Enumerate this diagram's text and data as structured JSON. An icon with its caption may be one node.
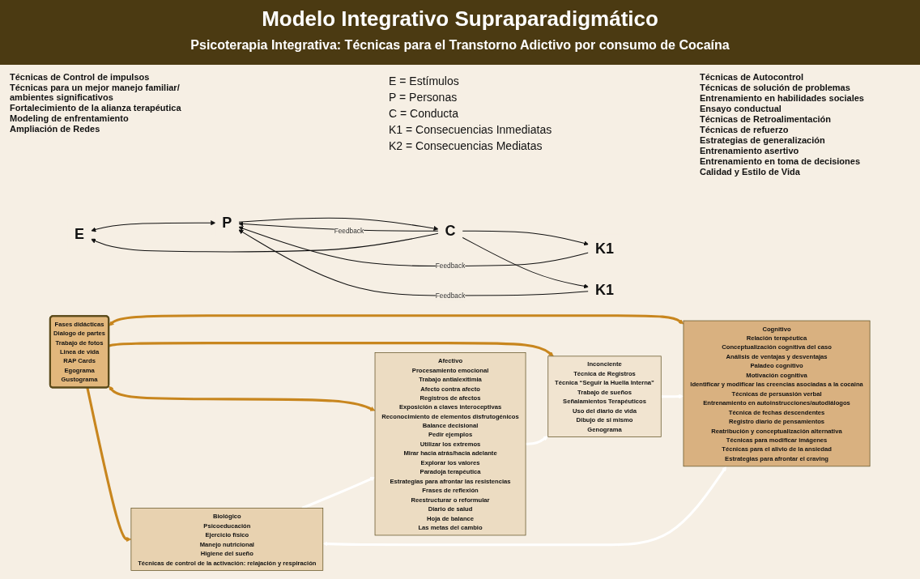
{
  "diagram": {
    "title": "Modelo Integrativo Supraparadigmático",
    "caption": "Psicoterapia Integrativa: Técnicas para el Transtorno Adictivo por consumo de Cocaína",
    "nodes": [
      {
        "text": [
          "E"
        ]
      },
      {
        "text": [
          "P"
        ]
      },
      {
        "text": [
          "C"
        ]
      },
      {
        "text": [
          "K1"
        ]
      },
      {
        "text": [
          "K1"
        ]
      },
      {
        "text": [
          "Biológico",
          "Psicoeducación",
          "Ejercicio físico",
          "Manejo nutricional",
          "Higiene del sueño",
          "Técnicas de control de la activación: relajación y respiración"
        ]
      },
      {
        "text": [
          "Cognitivo",
          "Relación terapéutica",
          "Conceptualización cognitiva del caso",
          "Análisis de ventajas y desventajas",
          "Paladeo cognitivo",
          "Motivación cognitiva",
          "Identificar y modificar las creencias asociadas a la cocaina",
          "Técnicas de persuasión verbal",
          "Entrenamiento en autoinstrucciones/autodiálogos",
          "Técnica de fechas descendentes",
          "Registro diario de pensamientos",
          "Reatribución y conceptualización alternativa",
          "Técnicas para modificar imágenes",
          "Técnicas para el alivio de la ansiedad",
          "Estrategias para afrontar el craving"
        ]
      },
      {
        "text": [
          "Afectivo",
          "Procesamiento emocional",
          "Trabajo antialexitimia",
          "Afecto contra afecto",
          "Registros de afectos",
          "Exposición a claves interoceptivas",
          "Reconocimiento de elementos disfrutogénicos",
          "Balance decisional",
          "Pedir ejemplos",
          "Utilizar los extremos",
          "Mirar hacia atrás/hacia adelante",
          "Explorar los valores",
          "Paradoja terapéutica",
          "Estrategias para afrontar las resistencias",
          "Frases de reflexión",
          "Reestructurar o reformular",
          "Diario de salud",
          "Hoja de balance",
          "Las metas del cambio"
        ]
      },
      {
        "text": [
          "Fases didácticas",
          "Dialogo de partes",
          "Trabajo de fotos",
          "Linea de vida",
          "RAP Cards",
          "Egograma",
          "Gustograma"
        ]
      },
      {
        "text": [
          "Inconciente",
          "Técnica de Registros",
          "Técnica “Seguir la Huella Interna”",
          "Trabajo de sueños",
          "Señalamientos Terapéuticos",
          "Uso del diario de vida",
          "Dibujo de si mismo",
          "Genograma"
        ]
      }
    ],
    "edges": [
      {
        "from": 0,
        "to": 1,
        "arrow": "both"
      },
      {
        "from": 1,
        "to": 2,
        "arrow": "to"
      },
      {
        "from": 2,
        "to": 3,
        "arrow": "to"
      },
      {
        "from": 2,
        "to": 4,
        "arrow": "to"
      },
      {
        "from": 4,
        "to": 1,
        "label": "Feedback",
        "arrow": "to"
      },
      {
        "from": 3,
        "to": 1,
        "label": "Feedback",
        "arrow": "to"
      },
      {
        "from": 2,
        "to": 1,
        "label": "Feedback",
        "arrow": "to"
      },
      {
        "from": 2,
        "to": 0,
        "arrow": "to"
      },
      {
        "from": 8,
        "to": 5,
        "arrow": "to",
        "color": "#c8861e",
        "style": "thick"
      },
      {
        "from": 8,
        "to": 6,
        "arrow": "both",
        "color": "#c8861e",
        "style": "thick"
      },
      {
        "from": 8,
        "to": 7,
        "arrow": "both",
        "color": "#c8861e",
        "style": "thick"
      },
      {
        "from": 8,
        "to": 9,
        "arrow": "to",
        "color": "#c8861e",
        "style": "thick"
      },
      {
        "from": 6,
        "to": 5,
        "arrow": "both",
        "color": "#ffffff",
        "style": "thick"
      },
      {
        "from": 5,
        "to": 7,
        "arrow": "to",
        "color": "#ffffff",
        "style": "thick"
      },
      {
        "from": 7,
        "to": 9,
        "arrow": "to",
        "color": "#ffffff",
        "style": "thick"
      },
      {
        "from": 9,
        "to": 6,
        "arrow": "to",
        "color": "#ffffff",
        "style": "thick"
      }
    ],
    "labels": [
      "Técnicas de Control de impulsos",
      "Técnicas para un mejor manejo familiar/ ambientes significativos",
      "Fortalecimiento de la alianza terapéutica",
      "Modeling de enfrentamiento",
      "Ampliación de Redes",
      "Técnicas de Autocontrol",
      "Técnicas de solución de problemas",
      "Entrenamiento en habilidades sociales",
      "Ensayo conductual",
      "Técnicas de Retroalimentación",
      "Técnicas de refuerzo",
      "Estrategias de generalización",
      "Entrenamiento asertivo",
      "Entrenamiento en toma de decisiones",
      "Calidad y Estilo de Vida",
      "E = Estímulos",
      "P = Personas",
      "C = Conducta",
      "K1 = Consecuencias Inmediatas",
      "K2 = Consecuencias Mediatas"
    ]
  }
}
